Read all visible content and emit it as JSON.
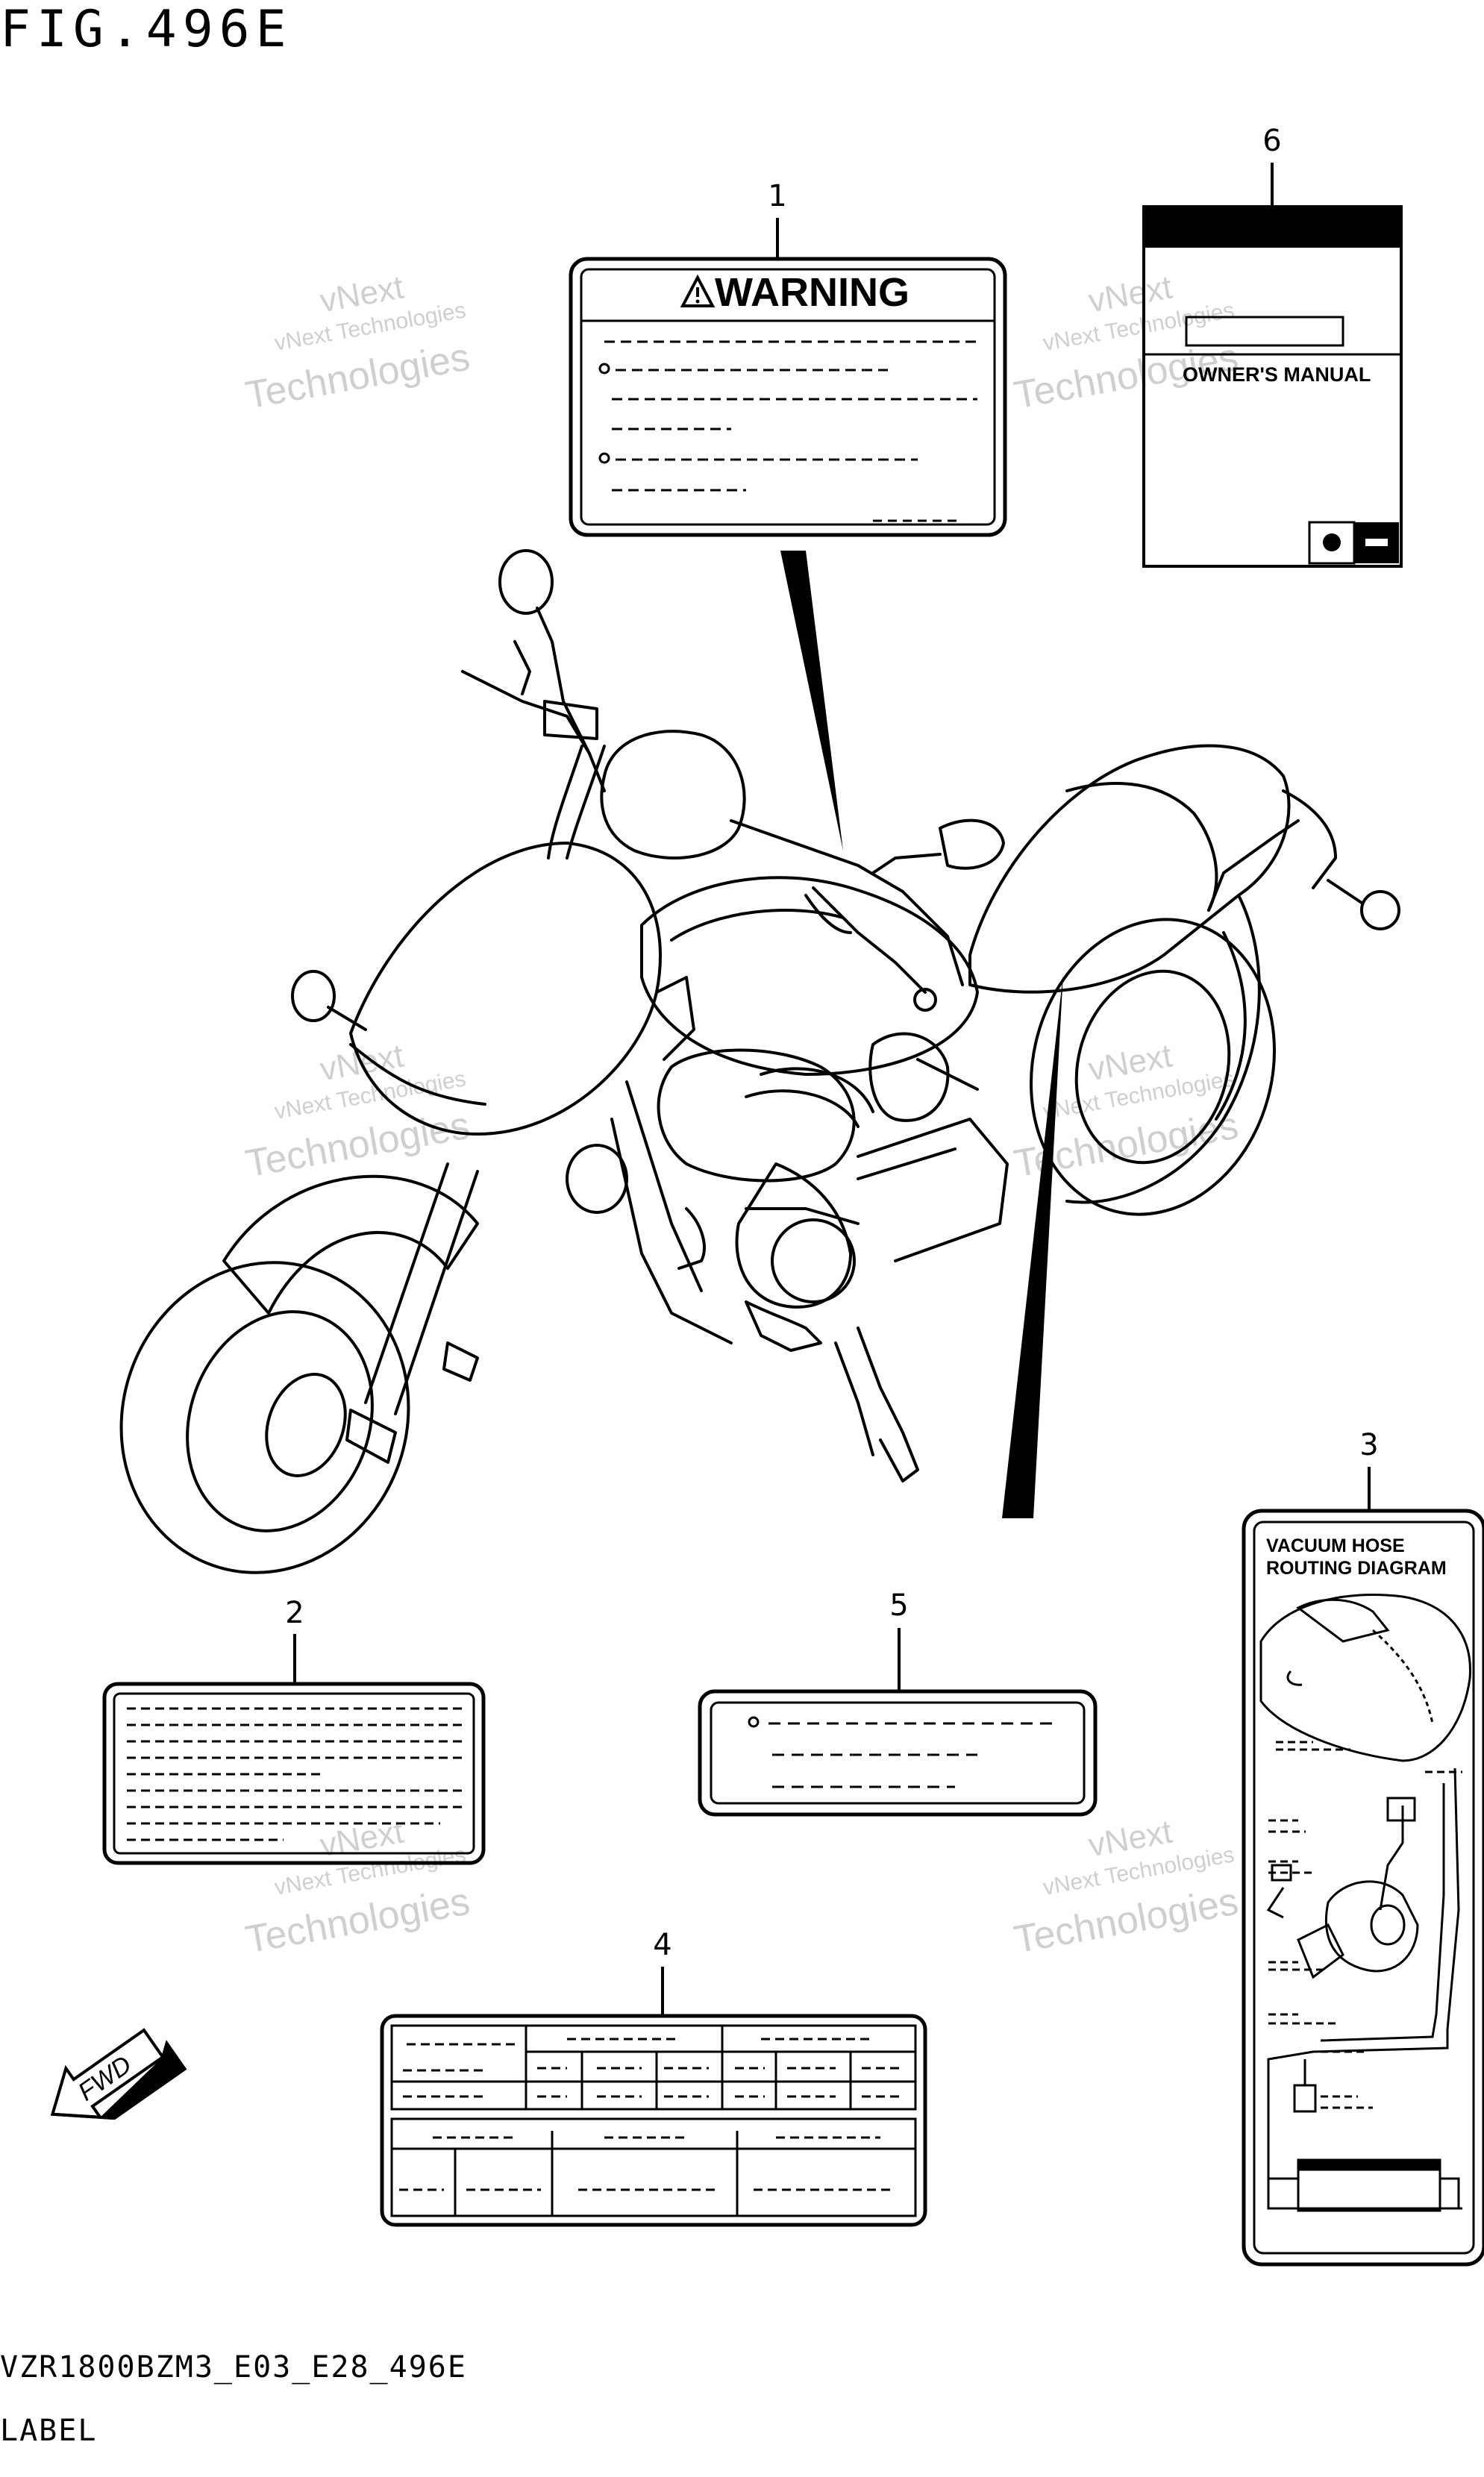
{
  "header": {
    "figure_title": "FIG.496E"
  },
  "footer": {
    "model_code": "VZR1800BZM3_E03_E28_496E",
    "section_label": "LABEL"
  },
  "callouts": [
    "1",
    "2",
    "3",
    "4",
    "5",
    "6"
  ],
  "labels": {
    "warning_heading": "WARNING",
    "owners_manual_title": "OWNER'S MANUAL",
    "vacuum_title_line1": "VACUUM HOSE",
    "vacuum_title_line2": "ROUTING DIAGRAM",
    "fwd_arrow": "FWD"
  },
  "watermark": {
    "line1": "vNext Technologies",
    "line2": "vNext",
    "line3": "Technologies"
  }
}
